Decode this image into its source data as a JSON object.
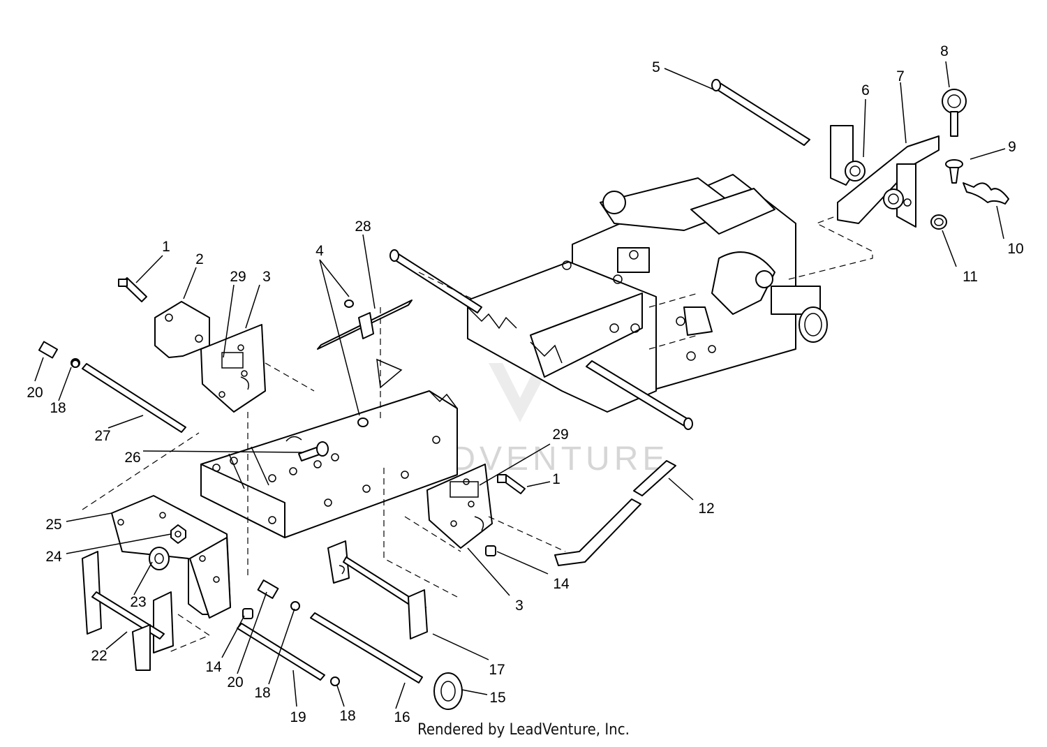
{
  "watermark": {
    "text": "LEADVENTURE"
  },
  "footer": {
    "text": "Rendered by LeadVenture, Inc."
  },
  "callouts": [
    {
      "id": "c5",
      "label": "5"
    },
    {
      "id": "c6",
      "label": "6"
    },
    {
      "id": "c7",
      "label": "7"
    },
    {
      "id": "c8",
      "label": "8"
    },
    {
      "id": "c9",
      "label": "9"
    },
    {
      "id": "c10",
      "label": "10"
    },
    {
      "id": "c11",
      "label": "11"
    },
    {
      "id": "c28",
      "label": "28"
    },
    {
      "id": "c4",
      "label": "4"
    },
    {
      "id": "c1a",
      "label": "1"
    },
    {
      "id": "c2",
      "label": "2"
    },
    {
      "id": "c29a",
      "label": "29"
    },
    {
      "id": "c3a",
      "label": "3"
    },
    {
      "id": "c20a",
      "label": "20"
    },
    {
      "id": "c18a",
      "label": "18"
    },
    {
      "id": "c27",
      "label": "27"
    },
    {
      "id": "c26",
      "label": "26"
    },
    {
      "id": "c29b",
      "label": "29"
    },
    {
      "id": "c1b",
      "label": "1"
    },
    {
      "id": "c12",
      "label": "12"
    },
    {
      "id": "c25",
      "label": "25"
    },
    {
      "id": "c24",
      "label": "24"
    },
    {
      "id": "c23",
      "label": "23"
    },
    {
      "id": "c22",
      "label": "22"
    },
    {
      "id": "c14a",
      "label": "14"
    },
    {
      "id": "c20b",
      "label": "20"
    },
    {
      "id": "c18b",
      "label": "18"
    },
    {
      "id": "c19",
      "label": "19"
    },
    {
      "id": "c18c",
      "label": "18"
    },
    {
      "id": "c16",
      "label": "16"
    },
    {
      "id": "c15",
      "label": "15"
    },
    {
      "id": "c17",
      "label": "17"
    },
    {
      "id": "c3b",
      "label": "3"
    },
    {
      "id": "c14b",
      "label": "14"
    }
  ]
}
